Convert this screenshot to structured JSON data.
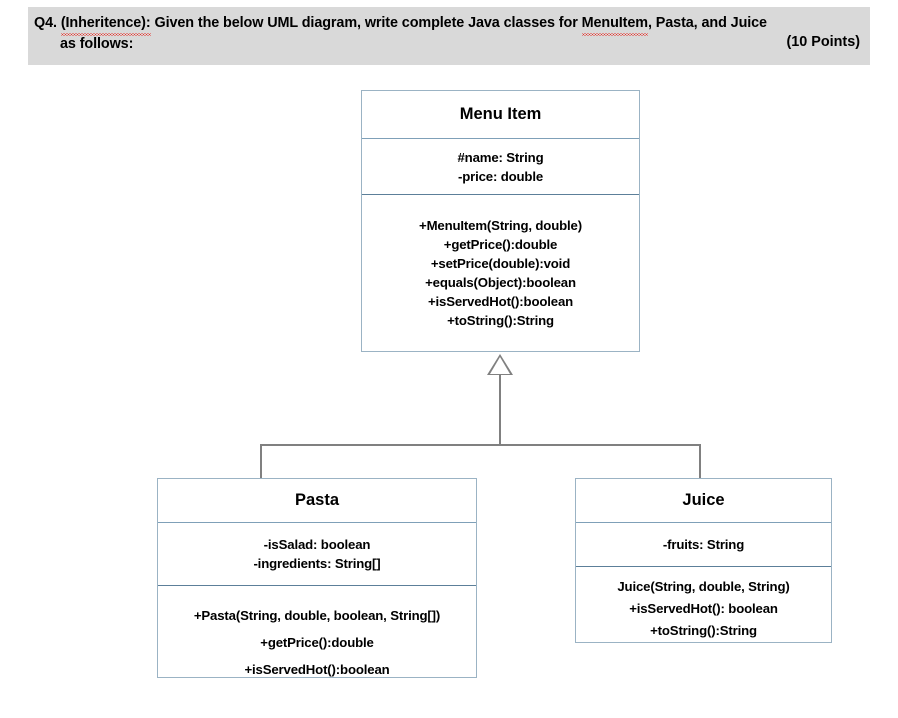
{
  "question": {
    "number": "Q4.",
    "topic": "(Inheritence):",
    "text_before_classes": "Given the below UML diagram, write complete Java classes for",
    "class_name_highlight": "MenuItem",
    "text_after_classes": ", Pasta, and Juice",
    "line2": "as follows:",
    "points": "(10 Points)",
    "banner_color": "#d9d9d9",
    "spellcheck_color": "#e8312a"
  },
  "diagram": {
    "type": "uml-class-diagram",
    "relationship": "generalization",
    "classes": [
      {
        "id": "menu-item",
        "name": "Menu Item",
        "attributes": [
          "#name: String",
          "-price: double"
        ],
        "operations": [
          "+MenuItem(String, double)",
          "+getPrice():double",
          "+setPrice(double):void",
          "+equals(Object):boolean",
          "+isServedHot():boolean",
          "+toString():String"
        ]
      },
      {
        "id": "pasta",
        "name": "Pasta",
        "attributes": [
          "-isSalad: boolean",
          "-ingredients: String[]"
        ],
        "operations": [
          "+Pasta(String, double, boolean, String[])",
          "+getPrice():double",
          "+isServedHot():boolean"
        ]
      },
      {
        "id": "juice",
        "name": "Juice",
        "attributes": [
          "-fruits: String"
        ],
        "operations": [
          "Juice(String, double, String)",
          "+isServedHot(): boolean",
          "+toString():String"
        ]
      }
    ],
    "border_color": "#9bb3c4",
    "connector_color": "#808080"
  }
}
